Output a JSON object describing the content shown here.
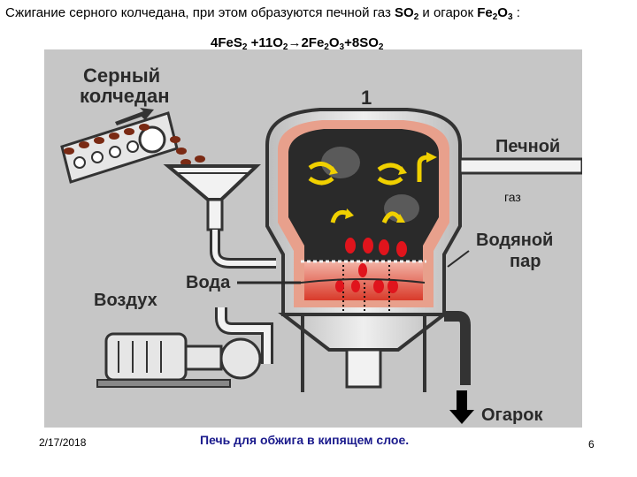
{
  "slide": {
    "title_pre": "Сжигание серного колчедана, при этом образуются печной газ ",
    "title_so": "SO",
    "title_so_sub": "2",
    "title_mid": " и огарок ",
    "title_fe": "Fe",
    "title_fe_sub1": "2",
    "title_o": "O",
    "title_fe_sub2": "3",
    "title_end": " :",
    "eq_a": "4FeS",
    "eq_a_sub": "2",
    "eq_b": " +11O",
    "eq_b_sub": "2",
    "eq_c": "→2Fe",
    "eq_c_sub": "2",
    "eq_d": "O",
    "eq_d_sub": "3",
    "eq_e": "+8SO",
    "eq_e_sub": "2",
    "date": "2/17/2018",
    "caption": "Печь для обжига в кипящем слое.",
    "page": "6"
  },
  "diagram": {
    "label_pyrite_1": "Серный",
    "label_pyrite_2": "колчедан",
    "label_number": "1",
    "label_gas_1": "Печной",
    "label_gas_2": "газ",
    "label_steam_1": "Водяной",
    "label_steam_2": "пар",
    "label_water": "Вода",
    "label_air": "Воздух",
    "label_cinder": "Огарок"
  },
  "colors": {
    "furnace_wall": "#d9d9d9",
    "lining": "#e8a08c",
    "dark_zone": "#2a2a2a",
    "bed": "#d93a2a",
    "bubble": "#e0141c",
    "arrow_yellow": "#f0d000",
    "caption": "#1a1a8c"
  }
}
